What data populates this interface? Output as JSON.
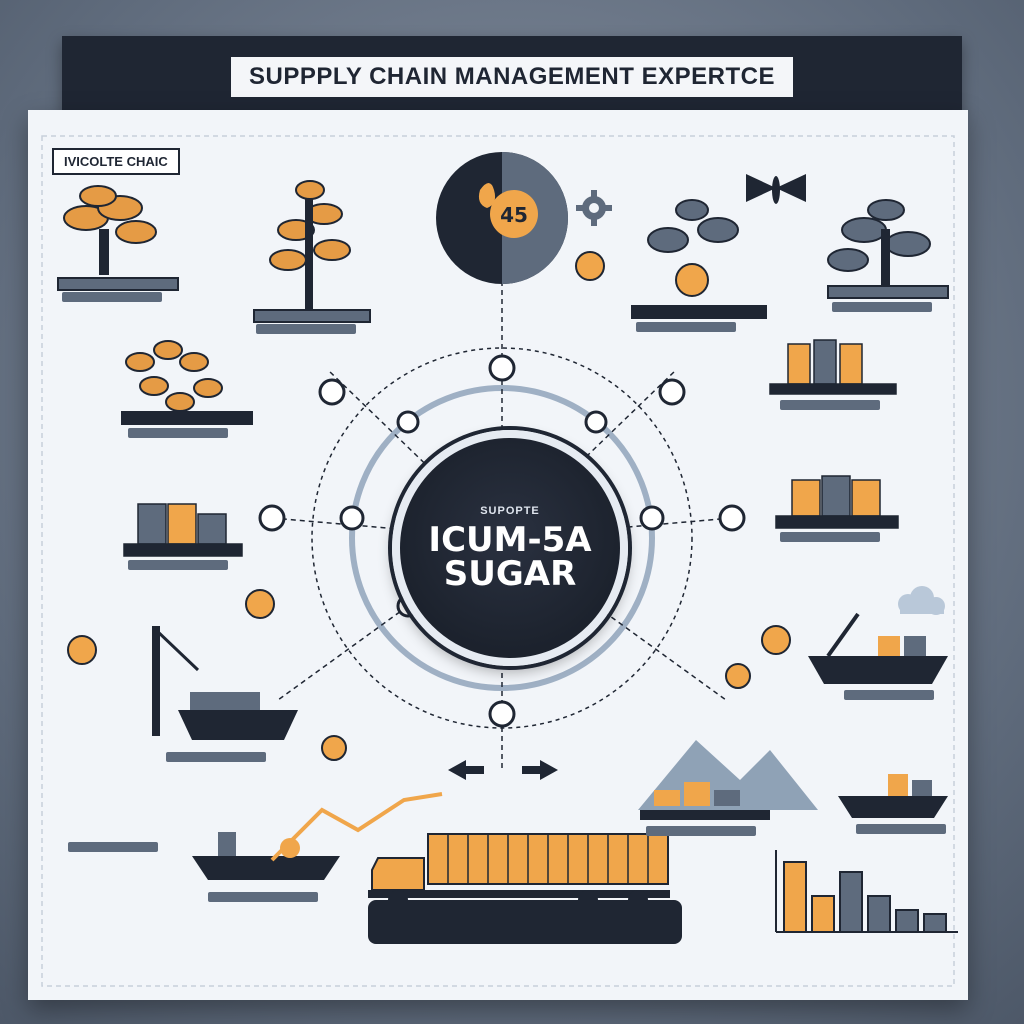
{
  "poster": {
    "title": "SUPPPLY CHAIN MANAGEMENT EXPERTCE",
    "corner_label": "IVICOLTE CHAIC"
  },
  "hub": {
    "kicker": "SUPOPTE",
    "line1": "ICUM-5A",
    "line2": "SUGAR"
  },
  "badge": {
    "value": "45"
  },
  "colors": {
    "navy": "#1f2633",
    "accent_orange": "#f0a64b",
    "steel": "#5e6b7d",
    "light": "#f2f5f9"
  },
  "icons": [
    "sugarcane-plant-icon",
    "cargo-ship-icon",
    "crane-icon",
    "truck-icon",
    "container-stack-icon",
    "gear-icon",
    "bar-chart-icon",
    "droplet-icon",
    "moth-icon",
    "cloud-icon"
  ]
}
